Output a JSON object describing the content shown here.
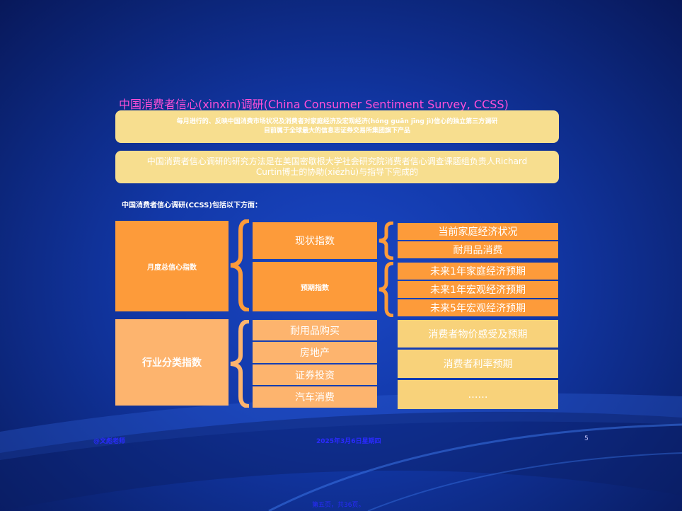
{
  "title": "中国消费者信心(xìnxīn)调研(China Consumer Sentiment Survey, CCSS)",
  "pill1": {
    "line1": "每月进行的、反映中国消费市场状况及消费者对家庭经济及宏观经济(hóng guān jīng jì)信心的独立第三方调研",
    "line2": "目前属于全球最大的信息志证券交易所集团旗下产品"
  },
  "pill2": {
    "line1": "中国消费者信心调研的研究方法是在美国密歇根大学社会研究院消费者信心调查课题组负责人Richard",
    "line2": "Curtin博士的协助(xiézhù)与指导下完成的"
  },
  "subtitle": "中国消费者信心调研(CCSS)包括以下方面：",
  "main": {
    "monthly": "月度总信心指数",
    "industry": "行业分类指数"
  },
  "mid": {
    "current": "现状指数",
    "expect": "预期指数",
    "industry_items": [
      "耐用品购买",
      "房地产",
      "证券投资",
      "汽车消费"
    ]
  },
  "right": {
    "current_items": [
      "当前家庭经济状况",
      "耐用品消费"
    ],
    "expect_items": [
      "未来1年家庭经济预期",
      "未来1年宏观经济预期",
      "未来5年宏观经济预期"
    ],
    "industry_items": [
      "消费者物价感受及预期",
      "消费者利率预期",
      "……"
    ]
  },
  "footer": {
    "author": "@文彪老师",
    "date": "2025年3月6日星期四",
    "page": "5",
    "bottom": "第五页，共36页。"
  },
  "colors": {
    "orange": "#fd9b3a",
    "light_orange": "#fdb46e",
    "yellow": "#f8d27a",
    "title": "#ff4fd8"
  }
}
